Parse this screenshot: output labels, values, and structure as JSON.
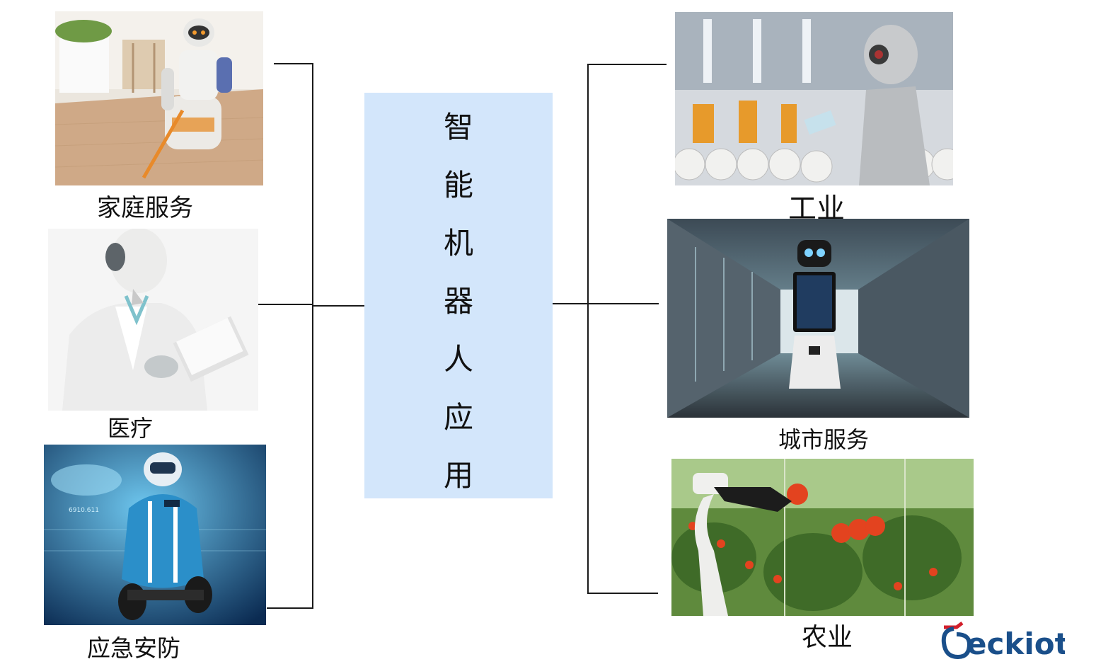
{
  "center": {
    "chars": [
      "智",
      "能",
      "机",
      "器",
      "人",
      "应",
      "用"
    ]
  },
  "left": {
    "home_service": "家庭服务",
    "medical": "医疗",
    "emergency": "应急安防"
  },
  "right": {
    "industry": "工业",
    "city_service": "城市服务",
    "agriculture": "农业"
  },
  "brand": {
    "name": "beckiot"
  },
  "colors": {
    "center_fill": "#d3e6fb",
    "line": "#1a1a1a",
    "brand_blue": "#1a4f8a",
    "brand_red": "#d21f2b"
  }
}
